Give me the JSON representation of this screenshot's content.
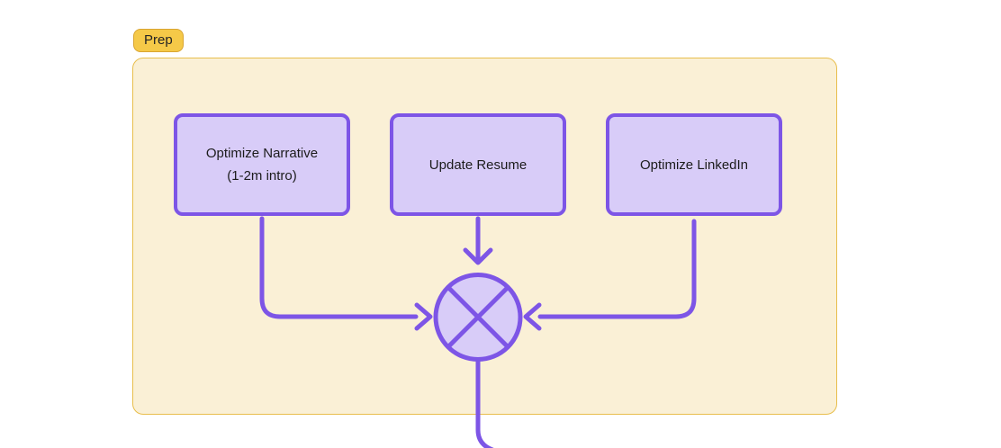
{
  "frame": {
    "badge_label": "Prep"
  },
  "nodes": [
    {
      "id": "optimize-narrative",
      "lines": [
        "Optimize Narrative",
        "(1-2m intro)"
      ]
    },
    {
      "id": "update-resume",
      "lines": [
        "Update Resume"
      ]
    },
    {
      "id": "optimize-linkedin",
      "lines": [
        "Optimize LinkedIn"
      ]
    }
  ],
  "junction": {
    "shape": "circle-x-merge"
  },
  "colors": {
    "accent-purple": "#7D55E6",
    "node-fill": "#D8CCF8",
    "frame-fill": "#FAF0D6",
    "frame-border": "#E8BE4C",
    "badge-fill": "#F5C948",
    "badge-border": "#D9A532",
    "text": "#1C1C1C",
    "page-bg": "#FFFFFF"
  }
}
